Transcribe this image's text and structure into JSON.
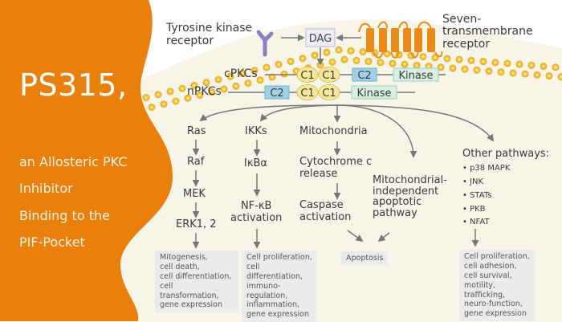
{
  "title": {
    "main": "PS315,",
    "lines": [
      "an Allosteric PKC",
      "Inhibitor",
      "Binding to the",
      "PIF-Pocket"
    ]
  },
  "colors": {
    "orange": "#e9800c",
    "cream": "#f7f5e8",
    "membrane_dot": "#f2c037",
    "receptor_7tm": "#ec8a17",
    "tk_receptor": "#8a7fbf",
    "c1_fill": "#f6e89a",
    "c2_fill": "#9fd2e6",
    "kinase_fill": "#d8efe3",
    "dag_fill": "#ededf5",
    "arrow": "#777777",
    "box_fill": "#ebebeb"
  },
  "membrane": {
    "tk_label": [
      "Tyrosine kinase",
      "receptor"
    ],
    "seven_tm_label": [
      "Seven-",
      "transmembrane",
      "receptor"
    ],
    "dag": "DAG"
  },
  "pkc": {
    "cpkc": {
      "label": "cPKCs",
      "domains": [
        "C1",
        "C1",
        "C2",
        "Kinase"
      ]
    },
    "npkc": {
      "label": "nPKCs",
      "domains": [
        "C2",
        "C1",
        "C1",
        "Kinase"
      ]
    }
  },
  "pathways": {
    "erk": {
      "steps": [
        "Ras",
        "Raf",
        "MEK",
        "ERK1, 2"
      ],
      "outcome": [
        "Mitogenesis,",
        "cell death,",
        "cell differentiation,",
        "cell transformation,",
        "gene expression"
      ]
    },
    "nfkb": {
      "steps": [
        "IKKs",
        "IκBα",
        [
          "NF-κB",
          "activation"
        ]
      ],
      "outcome": [
        "Cell proliferation,",
        "cell differentiation,",
        "immuno-regulation,",
        "inflammation,",
        "gene expression"
      ]
    },
    "mito": {
      "steps": [
        "Mitochondria",
        [
          "Cytochrome c",
          "release"
        ],
        [
          "Caspase",
          "activation"
        ]
      ]
    },
    "mito_indep": {
      "label": [
        "Mitochondrial-",
        "independent",
        "apoptotic",
        "pathway"
      ]
    },
    "apoptosis": "Apoptosis",
    "other": {
      "title": "Other pathways:",
      "items": [
        "p38 MAPK",
        "JNK",
        "STATs",
        "PKB",
        "NFAT"
      ],
      "outcome": [
        "Cell proliferation,",
        "cell adhesion,",
        "cell survival,",
        "motility, trafficking,",
        "neuro-function,",
        "gene expression"
      ]
    }
  }
}
